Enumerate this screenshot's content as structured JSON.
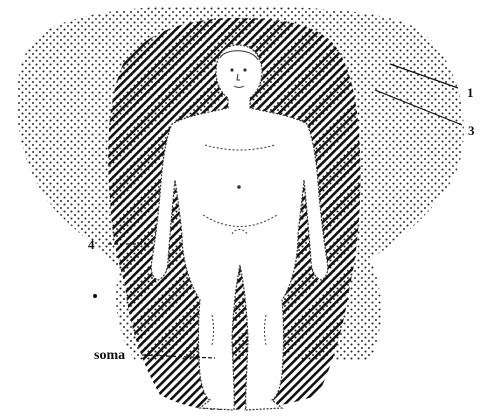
{
  "labels": {
    "outer_layer": "1",
    "middle_layer": "3",
    "inner_layer": "4",
    "body": "soma"
  },
  "colors": {
    "ink": "#111111",
    "background": "#ffffff"
  }
}
